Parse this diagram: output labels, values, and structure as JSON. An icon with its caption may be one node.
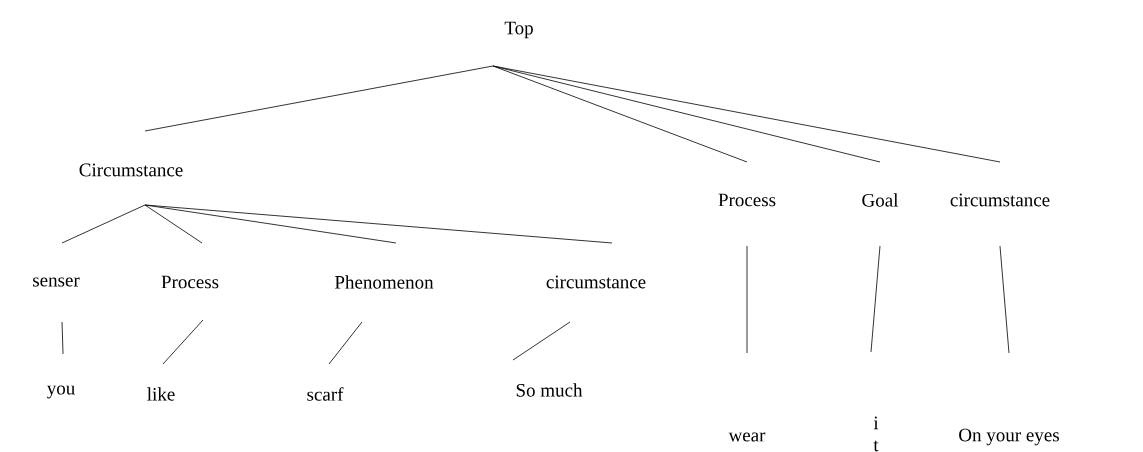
{
  "diagram": {
    "nodes": [
      {
        "text": [
          "Top"
        ]
      },
      {
        "text": [
          "Circumstance"
        ]
      },
      {
        "text": [
          "Process"
        ]
      },
      {
        "text": [
          "Goal"
        ]
      },
      {
        "text": [
          "circumstance"
        ]
      },
      {
        "text": [
          "senser"
        ]
      },
      {
        "text": [
          "Process"
        ]
      },
      {
        "text": [
          "Phenomenon"
        ]
      },
      {
        "text": [
          "circumstance"
        ]
      },
      {
        "text": [
          "you"
        ]
      },
      {
        "text": [
          "like"
        ]
      },
      {
        "text": [
          "scarf"
        ]
      },
      {
        "text": [
          "So much"
        ]
      },
      {
        "text": [
          "wear"
        ]
      },
      {
        "text": [
          "i t"
        ]
      },
      {
        "text": [
          "On your eyes"
        ]
      }
    ],
    "edges": [
      {
        "from": 0,
        "to": 1,
        "arrow": "none"
      },
      {
        "from": 0,
        "to": 2,
        "arrow": "none"
      },
      {
        "from": 0,
        "to": 3,
        "arrow": "none"
      },
      {
        "from": 0,
        "to": 4,
        "arrow": "none"
      },
      {
        "from": 1,
        "to": 5,
        "arrow": "none"
      },
      {
        "from": 1,
        "to": 6,
        "arrow": "none"
      },
      {
        "from": 1,
        "to": 7,
        "arrow": "none"
      },
      {
        "from": 1,
        "to": 8,
        "arrow": "none"
      },
      {
        "from": 5,
        "to": 9,
        "arrow": "none"
      },
      {
        "from": 6,
        "to": 10,
        "arrow": "none"
      },
      {
        "from": 7,
        "to": 11,
        "arrow": "none"
      },
      {
        "from": 8,
        "to": 12,
        "arrow": "none"
      },
      {
        "from": 2,
        "to": 13,
        "arrow": "none"
      },
      {
        "from": 3,
        "to": 14,
        "arrow": "none"
      },
      {
        "from": 4,
        "to": 15,
        "arrow": "none"
      }
    ]
  }
}
